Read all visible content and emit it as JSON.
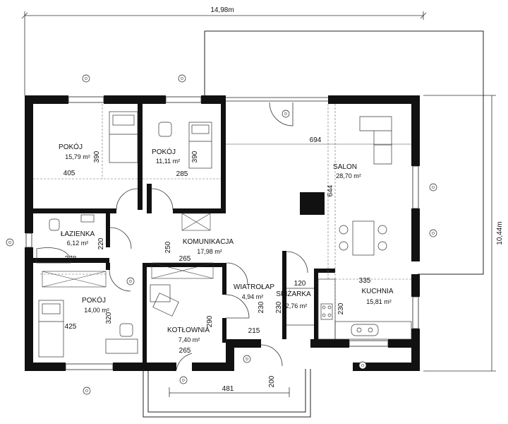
{
  "dims": {
    "overall_width": "14,98m",
    "overall_height": "10,44m",
    "salon_width": "694",
    "salon_height": "644",
    "pokoj1_width": "405",
    "pokoj1_height": "390",
    "pokoj2_width": "285",
    "pokoj2_height": "390",
    "lazienka_width": "278",
    "lazienka_height": "220",
    "komunikacja_a": "250",
    "komunikacja_b": "265",
    "pokoj3_width": "425",
    "pokoj3_height": "320",
    "kotlownia_width": "265",
    "kotlownia_height": "290",
    "wiatrolap_width": "215",
    "wiatrolap_height": "230",
    "spizarka_width": "120",
    "spizarka_height": "230",
    "kuchnia_width": "335",
    "kuchnia_height": "230",
    "entrance_width": "481",
    "entrance_depth": "200"
  },
  "rooms": {
    "pokoj1_name": "POKÓJ",
    "pokoj1_area": "15,79 m²",
    "pokoj2_name": "POKÓJ",
    "pokoj2_area": "11,11 m²",
    "salon_name": "SALON",
    "salon_area": "28,70 m²",
    "lazienka_name": "ŁAZIENKA",
    "lazienka_area": "6,12 m²",
    "komunikacja_name": "KOMUNIKACJA",
    "komunikacja_area": "17,98 m²",
    "pokoj3_name": "POKÓJ",
    "pokoj3_area": "14,00 m²",
    "kotlownia_name": "KOTŁOWNIA",
    "kotlownia_area": "7,40 m²",
    "wiatrolap_name": "WIATROŁAP",
    "wiatrolap_area": "4,94 m²",
    "spizarka_name": "SPIŻARKA",
    "spizarka_area": "2,76 m²",
    "kuchnia_name": "KUCHNIA",
    "kuchnia_area": "15,81 m²"
  },
  "markers": {
    "window_code": "O",
    "door_code": "D"
  },
  "colors": {
    "wall": "#111111",
    "line": "#222222",
    "thin": "#555555"
  }
}
